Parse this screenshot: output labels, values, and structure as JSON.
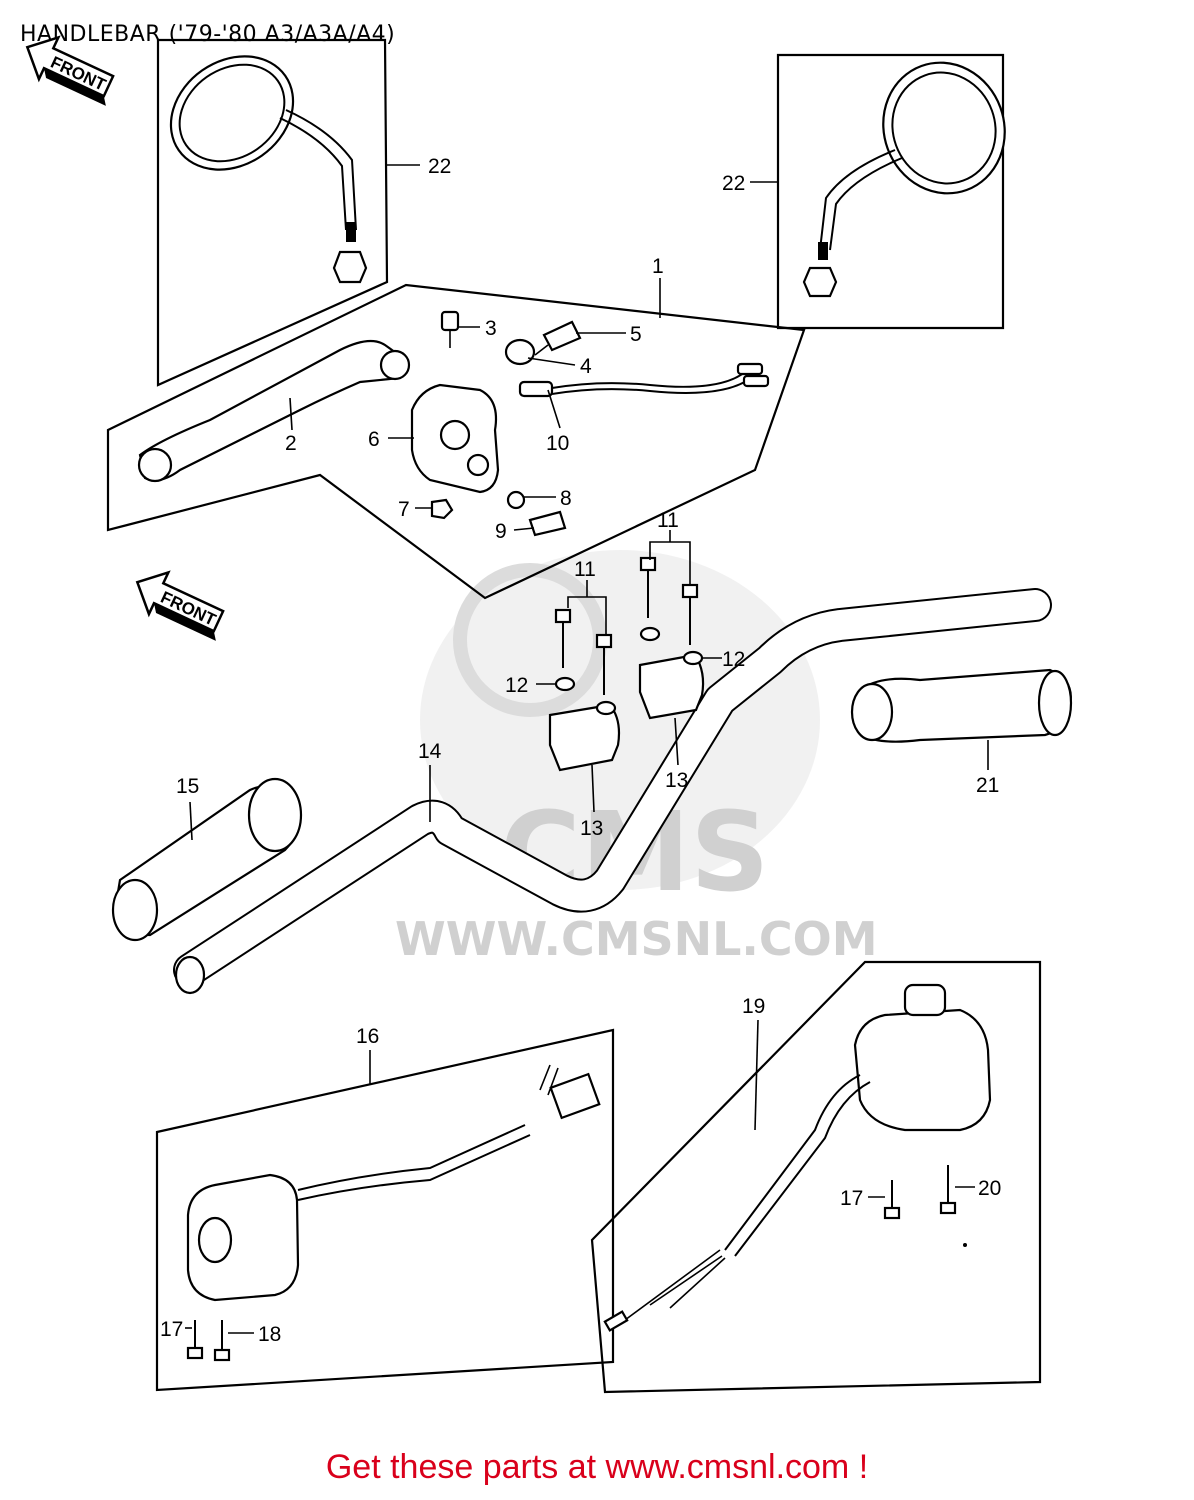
{
  "title": "HANDLEBAR ('79-'80 A3/A3A/A4)",
  "footer": "Get these parts at www.cmsnl.com !",
  "watermark": {
    "brand": "CMS",
    "url": "WWW.CMSNL.COM"
  },
  "front_arrow_label": "FRONT",
  "callouts": [
    {
      "id": "c22a",
      "text": "22"
    },
    {
      "id": "c22b",
      "text": "22"
    },
    {
      "id": "c1",
      "text": "1"
    },
    {
      "id": "c3",
      "text": "3"
    },
    {
      "id": "c5",
      "text": "5"
    },
    {
      "id": "c4",
      "text": "4"
    },
    {
      "id": "c2",
      "text": "2"
    },
    {
      "id": "c6",
      "text": "6"
    },
    {
      "id": "c10",
      "text": "10"
    },
    {
      "id": "c7",
      "text": "7"
    },
    {
      "id": "c8",
      "text": "8"
    },
    {
      "id": "c9",
      "text": "9"
    },
    {
      "id": "c11a",
      "text": "11"
    },
    {
      "id": "c11b",
      "text": "11"
    },
    {
      "id": "c12a",
      "text": "12"
    },
    {
      "id": "c12b",
      "text": "12"
    },
    {
      "id": "c13a",
      "text": "13"
    },
    {
      "id": "c13b",
      "text": "13"
    },
    {
      "id": "c14",
      "text": "14"
    },
    {
      "id": "c15",
      "text": "15"
    },
    {
      "id": "c21",
      "text": "21"
    },
    {
      "id": "c16",
      "text": "16"
    },
    {
      "id": "c19",
      "text": "19"
    },
    {
      "id": "c17a",
      "text": "17"
    },
    {
      "id": "c20",
      "text": "20"
    },
    {
      "id": "c17b",
      "text": "17"
    },
    {
      "id": "c18",
      "text": "18"
    }
  ]
}
